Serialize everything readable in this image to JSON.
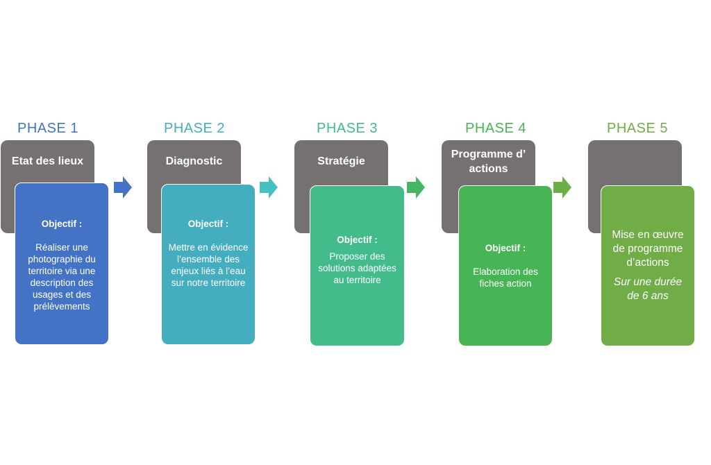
{
  "phases": [
    {
      "title": "PHASE 1",
      "heading": "Etat des lieux",
      "objectif_label": "Objectif :",
      "description": "Réaliser une photographie du territoire via une description des usages et des prélèvements",
      "color": "#4472C4",
      "title_color": "#4472C4"
    },
    {
      "title": "PHASE 2",
      "heading": "Diagnostic",
      "objectif_label": "Objectif :",
      "description": "Mettre en évidence l’ensemble des enjeux liés à l’eau sur notre territoire",
      "color": "#45ADC0",
      "title_color": "#45ADC0"
    },
    {
      "title": "PHASE 3",
      "heading": "Stratégie",
      "objectif_label": "Objectif :",
      "description": "Proposer des solutions adaptées au territoire",
      "color": "#43BB8B",
      "title_color": "#43BB8B"
    },
    {
      "title": "PHASE 4",
      "heading": "Programme d’ actions",
      "objectif_label": "Objectif :",
      "description": "Elaboration des fiches action",
      "color": "#47B556",
      "title_color": "#47B556"
    },
    {
      "title": "PHASE 5",
      "heading": "",
      "description": "Mise en œuvre de programme d’actions",
      "duration": "Sur une durée de 6 ans",
      "color": "#70AD47",
      "title_color": "#70AD47"
    }
  ],
  "arrows": [
    {
      "color": "#4472C4",
      "icon": "arrow-right"
    },
    {
      "color": "#45BFBF",
      "icon": "arrow-right"
    },
    {
      "color": "#47B562",
      "icon": "arrow-right"
    },
    {
      "color": "#6AAE47",
      "icon": "arrow-right"
    }
  ]
}
